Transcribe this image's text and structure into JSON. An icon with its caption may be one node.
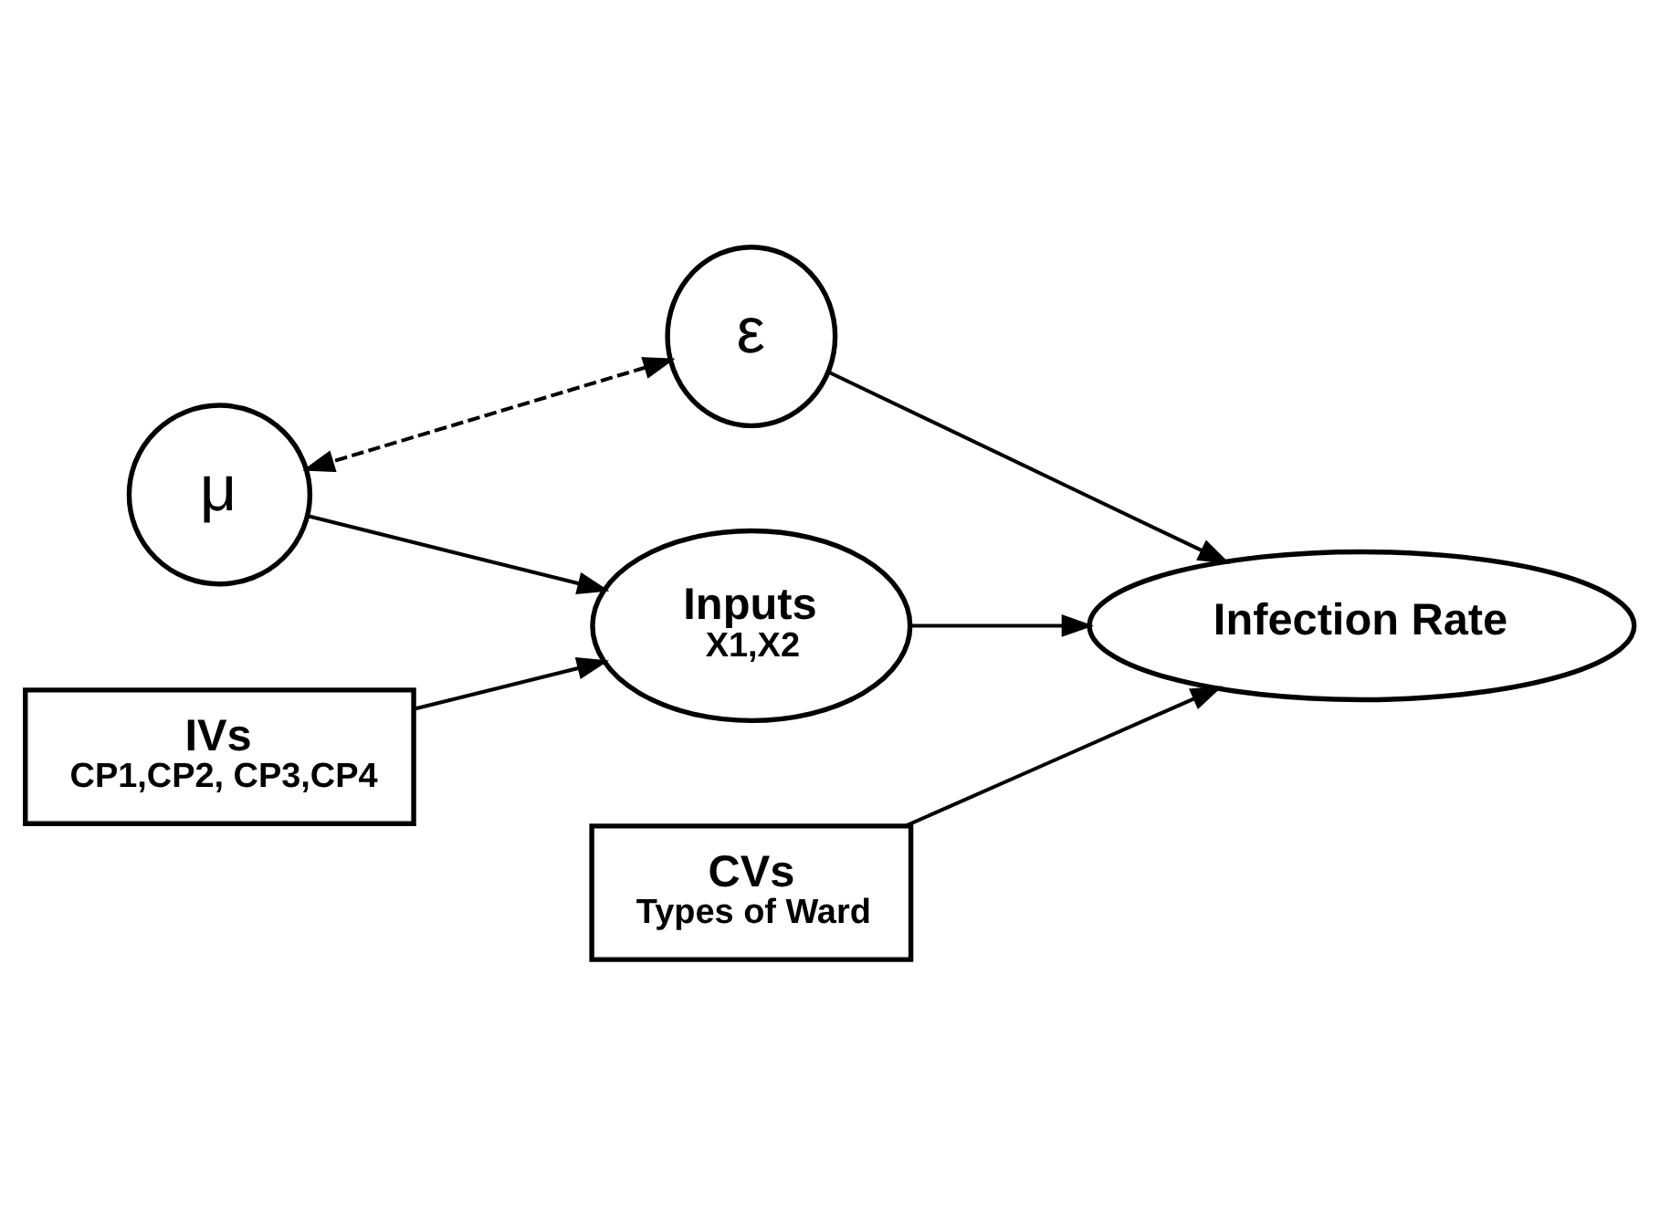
{
  "diagram": {
    "nodes": [
      {
        "text": [
          "ε"
        ]
      },
      {
        "text": [
          "Infection Rate"
        ]
      },
      {
        "text": [
          "Inputs",
          "X1,X2"
        ]
      },
      {
        "text": [
          "μ"
        ]
      },
      {
        "text": [
          "CVs",
          "Types of Ward"
        ]
      },
      {
        "text": [
          "IVs",
          "CP1,CP2, CP3,CP4"
        ]
      }
    ],
    "edges": [
      {
        "from": 0,
        "to": 1,
        "arrow": "to"
      },
      {
        "from": 2,
        "to": 1,
        "arrow": "to"
      },
      {
        "from": 3,
        "to": 2,
        "arrow": "to"
      },
      {
        "from": 5,
        "to": 2,
        "arrow": "to"
      },
      {
        "from": 4,
        "to": 1,
        "arrow": "to"
      },
      {
        "from": 0,
        "to": 3,
        "arrow": "both",
        "style": "dashed"
      }
    ]
  }
}
